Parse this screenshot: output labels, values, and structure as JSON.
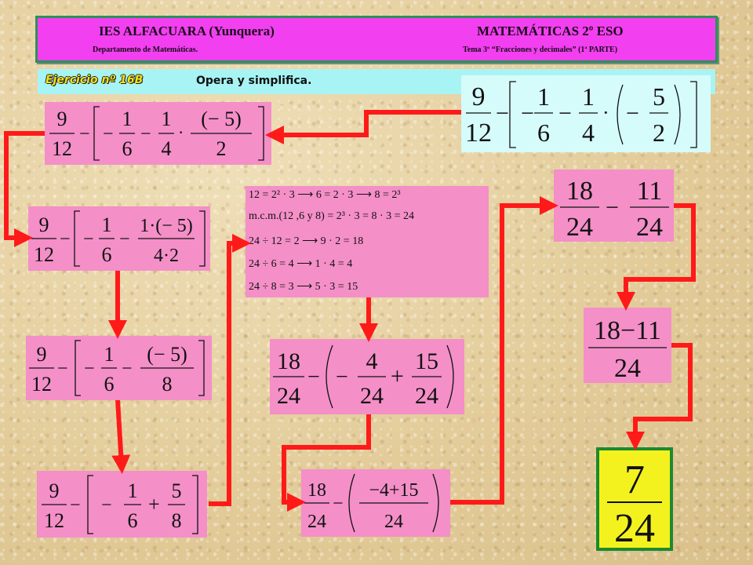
{
  "header": {
    "school": "IES ALFACUARA (Yunquera)",
    "subject": "MATEMÁTICAS 2º ESO",
    "department": "Departamento de Matemáticas.",
    "topic": "Tema 3º “Fracciones y decimales” (1ª PARTE)"
  },
  "exercise": {
    "title": "Ejercicio nº 16B",
    "instruction": "Opera y simplifica."
  },
  "steps": {
    "original": {
      "a": "9",
      "b": "12",
      "c": "1",
      "d": "6",
      "e": "1",
      "f": "4",
      "g": "5",
      "h": "2"
    },
    "step1": {
      "a": "9",
      "b": "12",
      "c": "1",
      "d": "6",
      "e": "1",
      "f": "4",
      "g": "(− 5)",
      "h": "2"
    },
    "step2": {
      "a": "9",
      "b": "12",
      "c": "1",
      "d": "6",
      "e": "1·(− 5)",
      "f": "4·2"
    },
    "step3": {
      "a": "9",
      "b": "12",
      "c": "1",
      "d": "6",
      "e": "(− 5)",
      "f": "8"
    },
    "step4": {
      "a": "9",
      "b": "12",
      "c": "1",
      "d": "6",
      "e": "5",
      "f": "8"
    },
    "step6": {
      "a": "18",
      "b": "24",
      "c": "4",
      "d": "24",
      "e": "15",
      "f": "24"
    },
    "step7": {
      "a": "18",
      "b": "24",
      "c": "−4+15",
      "d": "24"
    },
    "step8": {
      "a": "18",
      "b": "24",
      "c": "11",
      "d": "24"
    },
    "step9": {
      "num": "18−11",
      "den": "24"
    },
    "result": {
      "num": "7",
      "den": "24"
    }
  },
  "lcm_work": {
    "lines": [
      "12 = 2² · 3 ⟶ 6 = 2 · 3 ⟶ 8 = 2³",
      "m.c.m.(12 ,6 y 8) = 2³ · 3 = 8 · 3 = 24",
      "24 ÷ 12 = 2 ⟶ 9 · 2 = 18",
      "24 ÷ 6 = 4 ⟶ 1 · 4 = 4",
      "24 ÷ 8 = 3 ⟶ 5 · 3 = 15"
    ]
  },
  "colors": {
    "header_bg": "#f23ff0",
    "header_border": "#2e8f5a",
    "step_box": "#f48fc8",
    "exercise_bar": "#a8f4f4",
    "arrow": "#ff1a1a",
    "result_bg": "#f4f21e",
    "result_border": "#1c8a30"
  }
}
